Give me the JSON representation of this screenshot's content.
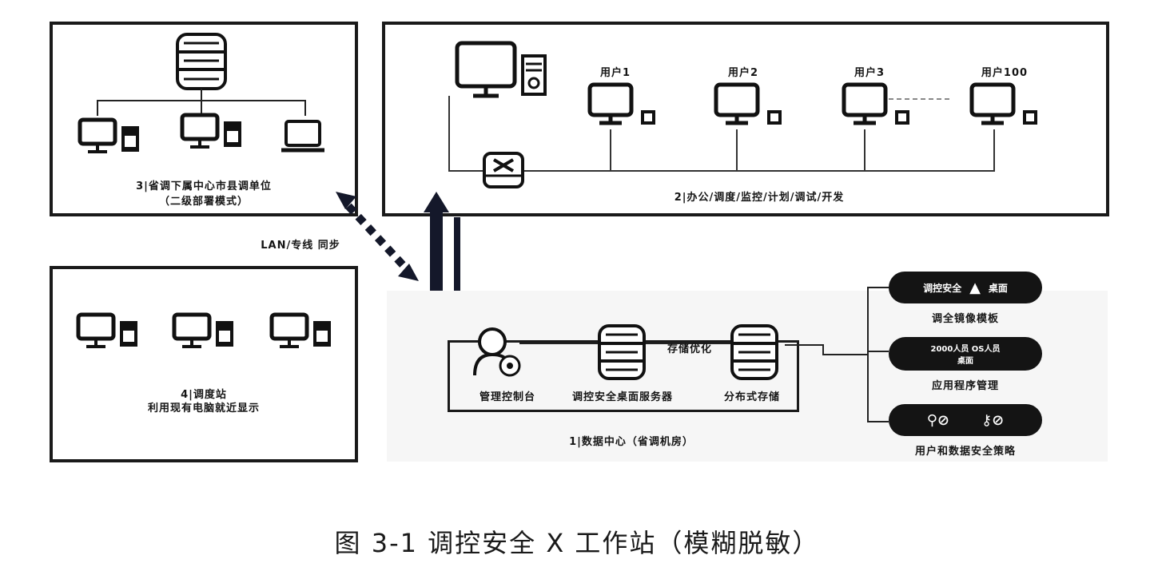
{
  "panels": {
    "p1": {
      "label": "1|数据中心（省调机房）"
    },
    "p2": {
      "label": "2|办公/调度/监控/计划/调试/开发"
    },
    "p3": {
      "label_line1": "3|省调下属中心市县调单位",
      "label_line2": "（二级部署模式）"
    },
    "p4": {
      "label_line1": "4|调度站",
      "label_line2": "利用现有电脑就近显示"
    }
  },
  "users": [
    "用户1",
    "用户2",
    "用户3",
    "用户100"
  ],
  "link_label": "LAN/专线 同步",
  "datacenter": {
    "console": "管理控制台",
    "desktop_server": "调控安全桌面服务器",
    "storage": "分布式存储",
    "storage_opt": "存储优化"
  },
  "side_pills": [
    {
      "text_left": "调控安全",
      "text_right": "桌面",
      "caption": "调全镜像模板"
    },
    {
      "text_left": "2000人员  OS人员",
      "text_right": "桌面",
      "caption": "应用程序管理"
    },
    {
      "text_left": "",
      "text_right": "",
      "caption": "用户和数据安全策略"
    }
  ],
  "caption": "图 3-1   调控安全 X 工作站（模糊脱敏）",
  "colors": {
    "ink": "#1a1a1a",
    "pill": "#141414",
    "arrow": "#14182a"
  }
}
